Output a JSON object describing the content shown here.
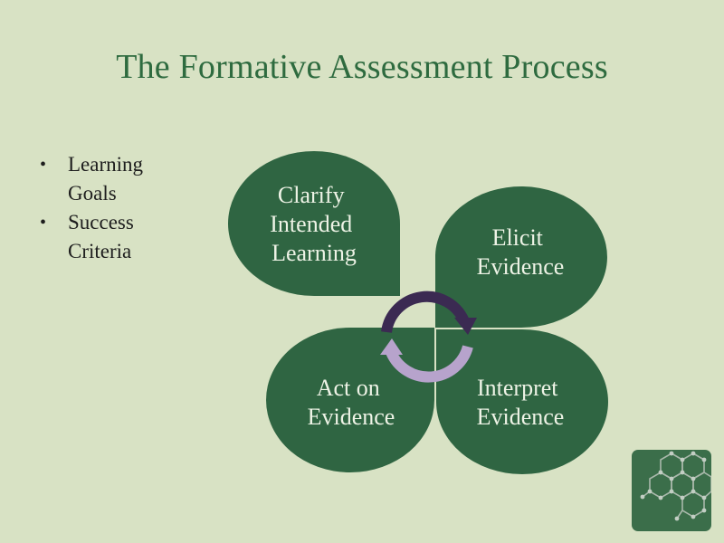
{
  "slide": {
    "title": "The Formative Assessment Process",
    "bullets": [
      "Learning Goals",
      "Success Criteria"
    ]
  },
  "diagram": {
    "steps": [
      {
        "lines": [
          "Clarify",
          "Intended",
          "Learning"
        ]
      },
      {
        "lines": [
          "Elicit",
          "Evidence"
        ]
      },
      {
        "lines": [
          "Interpret",
          "Evidence"
        ]
      },
      {
        "lines": [
          "Act on",
          "Evidence"
        ]
      }
    ],
    "cycle_icon": "circular-arrows-icon"
  },
  "colors": {
    "background": "#d8e2c4",
    "title": "#2e6b3f",
    "petal": "#2f6542",
    "petal_text": "#eef3e6",
    "arrow_dark": "#3b2a52",
    "arrow_light": "#b7a3cc",
    "logo_bg": "#3b6e4a"
  },
  "logo_icon": "hexagon-network-icon"
}
